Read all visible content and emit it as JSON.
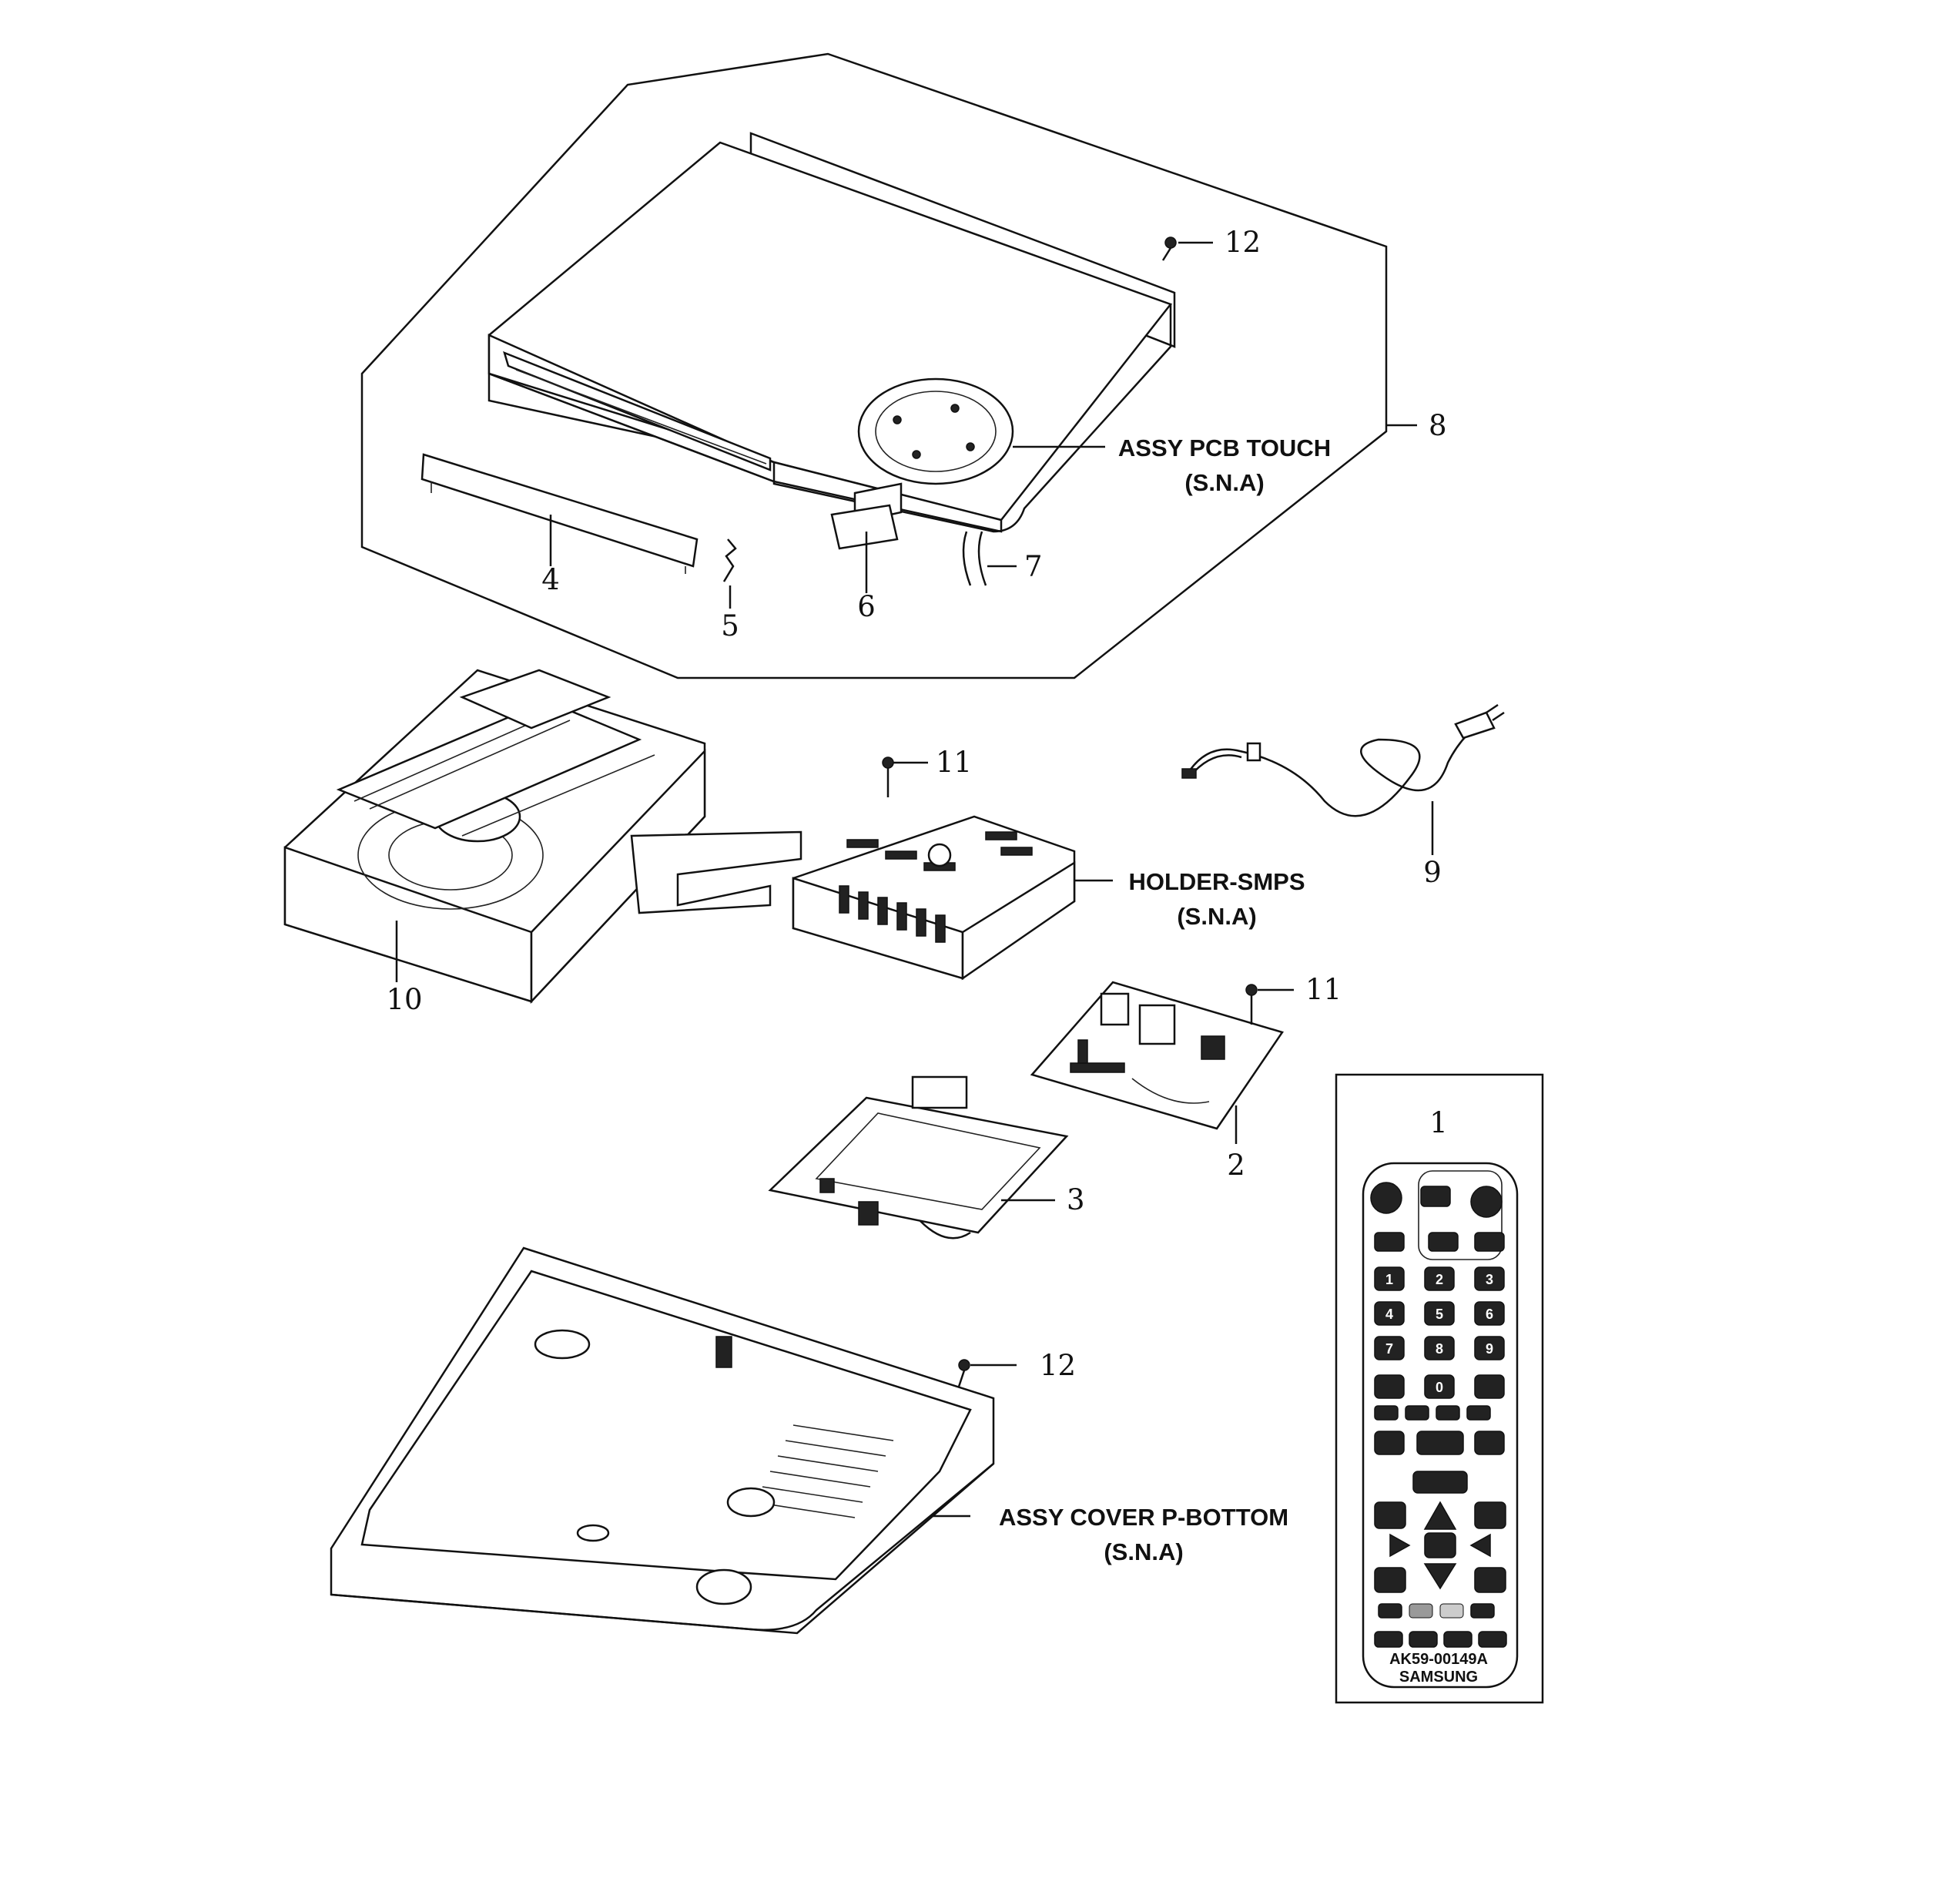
{
  "callouts": {
    "n1": "1",
    "n2": "2",
    "n3": "3",
    "n4": "4",
    "n5": "5",
    "n6": "6",
    "n7": "7",
    "n8": "8",
    "n9": "9",
    "n10": "10",
    "n11a": "11",
    "n11b": "11",
    "n12a": "12",
    "n12b": "12"
  },
  "labels": {
    "pcb_touch_line1": "ASSY PCB TOUCH",
    "pcb_touch_line2": "(S.N.A)",
    "holder_smps_line1": "HOLDER-SMPS",
    "holder_smps_line2": "(S.N.A)",
    "cover_bottom_line1": "ASSY COVER P-BOTTOM",
    "cover_bottom_line2": "(S.N.A)"
  },
  "remote": {
    "model": "AK59-00149A",
    "brand": "SAMSUNG",
    "digits": [
      "1",
      "2",
      "3",
      "4",
      "5",
      "6",
      "7",
      "8",
      "9",
      "0"
    ]
  },
  "colors": {
    "ink": "#111111",
    "paper": "#ffffff"
  }
}
